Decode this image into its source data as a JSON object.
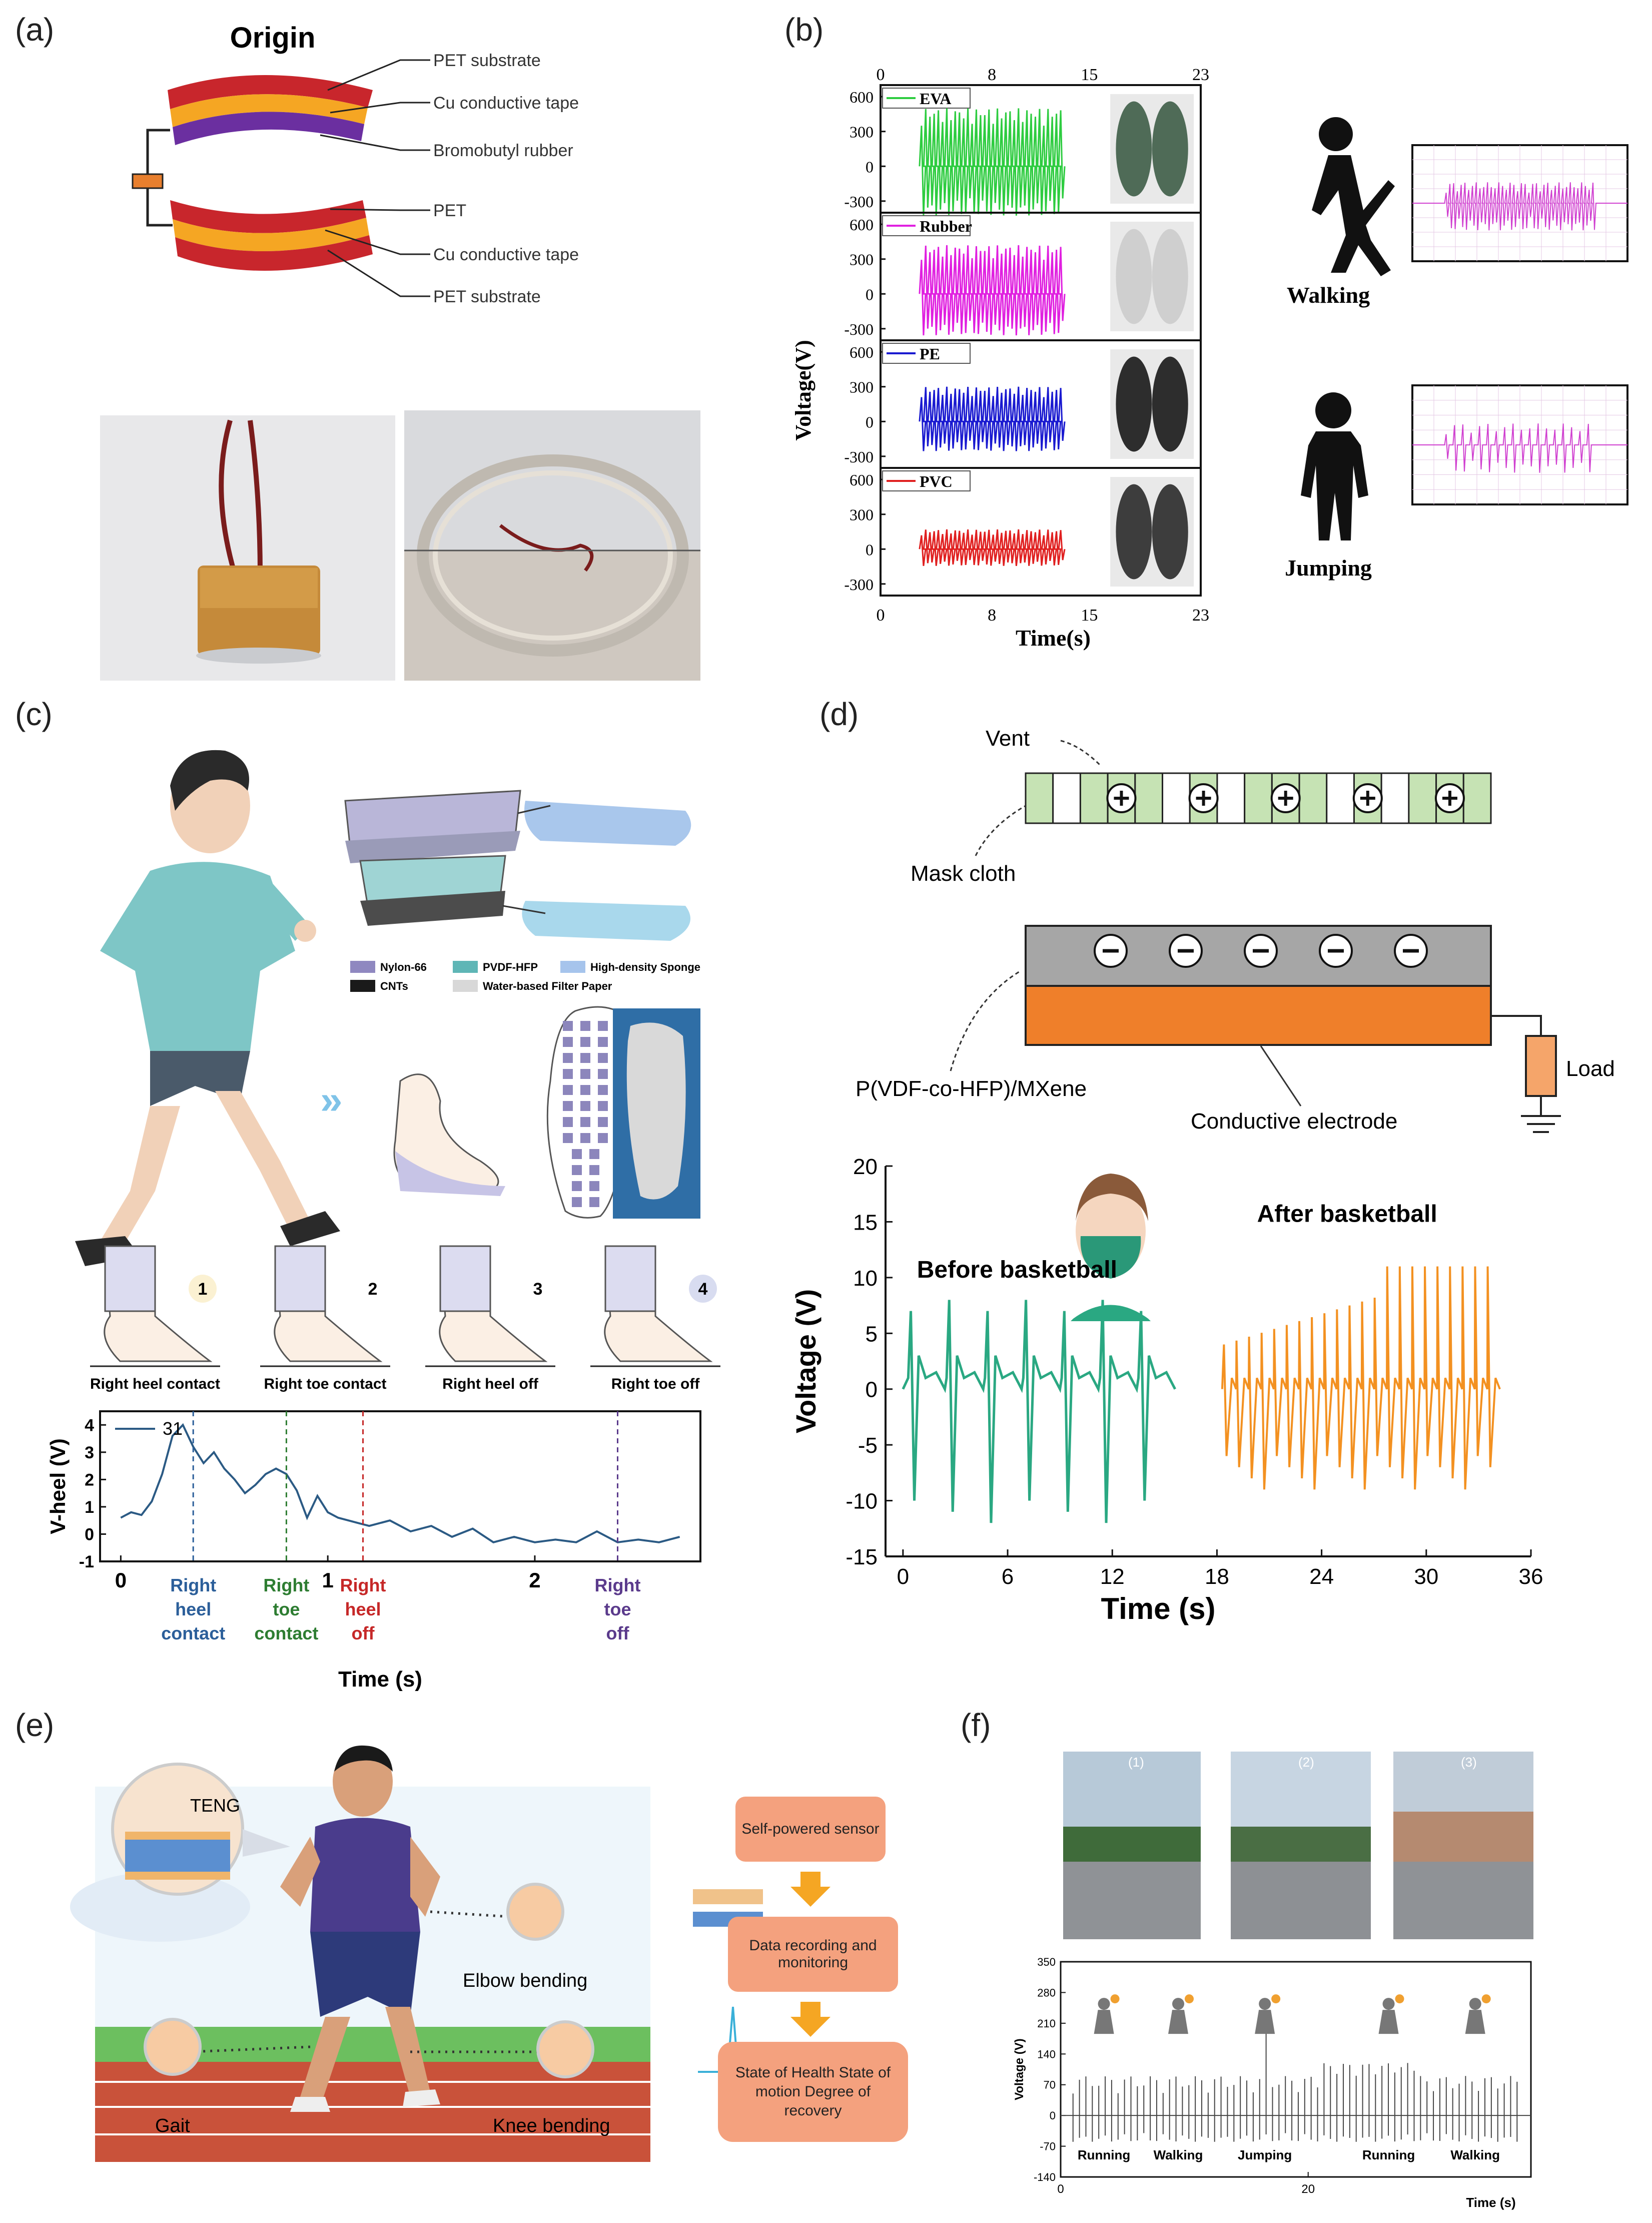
{
  "labels": {
    "a": "(a)",
    "b": "(b)",
    "c": "(c)",
    "d": "(d)",
    "e": "(e)",
    "f": "(f)"
  },
  "panel_a": {
    "title": "Origin",
    "layers": [
      "PET substrate",
      "Cu conductive tape",
      "Bromobutyl rubber",
      "PET",
      "Cu conductive tape",
      "PET substrate"
    ],
    "colors": {
      "red": "#c8262c",
      "orange": "#f5a623",
      "purple": "#6b2fa0"
    }
  },
  "panel_b": {
    "ylabel": "Voltage(V)",
    "xlabel": "Time(s)",
    "walking": "Walking",
    "jumping": "Jumping"
  },
  "panel_c": {
    "legend": [
      "Nylon-66",
      "PVDF-HFP",
      "High-density Sponge",
      "CNTs",
      "Water-based Filter Paper"
    ],
    "phases": [
      {
        "num": "1",
        "label": "Right heel contact"
      },
      {
        "num": "2",
        "label": "Right toe contact"
      },
      {
        "num": "3",
        "label": "Right heel off"
      },
      {
        "num": "4",
        "label": "Right toe off"
      }
    ],
    "vlines": [
      {
        "lines": [
          "Right",
          "heel",
          "contact"
        ],
        "color": "#2c5f9a"
      },
      {
        "lines": [
          "Right",
          "toe",
          "contact"
        ],
        "color": "#2e7d32"
      },
      {
        "lines": [
          "Right",
          "heel",
          "off"
        ],
        "color": "#c62828"
      },
      {
        "lines": [
          "Right",
          "toe",
          "off"
        ],
        "color": "#5b3b8c"
      }
    ]
  },
  "panel_d": {
    "vent": "Vent",
    "mask_cloth": "Mask cloth",
    "material": "P(VDF-co-HFP)/MXene",
    "electrode": "Conductive electrode",
    "load": "Load",
    "before": "Before basketball",
    "after": "After basketball"
  },
  "panel_e": {
    "teng": "TENG",
    "elbow": "Elbow bending",
    "gait": "Gait",
    "knee": "Knee bending",
    "flow": [
      "Self-powered sensor",
      "Data recording and monitoring",
      "State of Health State of motion Degree of recovery"
    ]
  },
  "panel_f": {
    "photo_nums": [
      "(1)",
      "(2)",
      "(3)"
    ],
    "activities": [
      "Running",
      "Walking",
      "Jumping",
      "Running",
      "Walking"
    ]
  },
  "chart_data": [
    {
      "type": "line",
      "id": "b-EVA",
      "series": [
        {
          "name": "EVA",
          "color": "#2ecc40"
        }
      ],
      "x": [
        0,
        8,
        15,
        23
      ],
      "xlim": [
        0,
        23
      ],
      "ylim": [
        -400,
        700
      ],
      "yticks": [
        600,
        300,
        0,
        -300
      ],
      "xlabel": "Time(s)",
      "ylabel": "Voltage(V)"
    },
    {
      "type": "line",
      "id": "b-Rubber",
      "series": [
        {
          "name": "Rubber",
          "color": "#e020e0"
        }
      ],
      "xlim": [
        0,
        23
      ],
      "ylim": [
        -400,
        700
      ],
      "yticks": [
        600,
        300,
        0,
        -300
      ]
    },
    {
      "type": "line",
      "id": "b-PE",
      "series": [
        {
          "name": "PE",
          "color": "#1a1ad0"
        }
      ],
      "xlim": [
        0,
        23
      ],
      "ylim": [
        -400,
        700
      ],
      "yticks": [
        600,
        300,
        0,
        -300
      ]
    },
    {
      "type": "line",
      "id": "b-PVC",
      "series": [
        {
          "name": "PVC",
          "color": "#e02020"
        }
      ],
      "xlim": [
        0,
        23
      ],
      "ylim": [
        -400,
        700
      ],
      "yticks": [
        600,
        300,
        0,
        -300
      ]
    },
    {
      "type": "line",
      "id": "c-heel",
      "series": [
        {
          "name": "31",
          "color": "#2b5a84",
          "x": [
            0,
            0.05,
            0.1,
            0.15,
            0.2,
            0.25,
            0.3,
            0.35,
            0.4,
            0.45,
            0.5,
            0.55,
            0.6,
            0.65,
            0.7,
            0.75,
            0.8,
            0.85,
            0.9,
            0.95,
            1.0,
            1.05,
            1.1,
            1.15,
            1.2,
            1.3,
            1.4,
            1.5,
            1.6,
            1.7,
            1.8,
            1.9,
            2.0,
            2.1,
            2.2,
            2.3,
            2.4,
            2.5,
            2.6,
            2.7
          ],
          "y": [
            0.6,
            0.8,
            0.7,
            1.2,
            2.2,
            3.6,
            4.0,
            3.2,
            2.6,
            3.0,
            2.4,
            2.0,
            1.5,
            1.8,
            2.2,
            2.4,
            2.2,
            1.6,
            0.6,
            1.4,
            0.8,
            0.6,
            0.5,
            0.4,
            0.3,
            0.5,
            0.1,
            0.3,
            -0.1,
            0.2,
            -0.3,
            -0.1,
            -0.3,
            -0.2,
            -0.3,
            0.1,
            -0.3,
            -0.2,
            -0.3,
            -0.1
          ]
        }
      ],
      "xticks": [
        "0",
        "1",
        "2"
      ],
      "xlim": [
        -0.1,
        2.8
      ],
      "ylim": [
        -1,
        4.5
      ],
      "yticks": [
        4,
        3,
        2,
        1,
        0,
        -1
      ],
      "xlabel": "Time (s)",
      "ylabel": "V-heel (V)",
      "vlines": [
        0.35,
        0.8,
        1.17,
        2.4
      ]
    },
    {
      "type": "line",
      "id": "d-mask",
      "series": [
        {
          "name": "Before basketball",
          "color": "#2aa882"
        },
        {
          "name": "After basketball",
          "color": "#f39121"
        }
      ],
      "xticks": [
        0,
        6,
        12,
        18,
        24,
        30,
        36
      ],
      "yticks": [
        20,
        15,
        10,
        5,
        0,
        -5,
        -10,
        -15
      ],
      "xlim": [
        -1,
        36
      ],
      "ylim": [
        -15,
        20
      ],
      "xlabel": "Time (s)",
      "ylabel": "Voltage (V)"
    },
    {
      "type": "line",
      "id": "f-motion",
      "series": [
        {
          "name": "",
          "color": "#333"
        }
      ],
      "xticks": [
        0,
        20
      ],
      "yticks": [
        350,
        280,
        210,
        140,
        70,
        0,
        -70,
        -140
      ],
      "xlim": [
        0,
        38
      ],
      "ylim": [
        -140,
        350
      ],
      "xlabel": "Time (s)",
      "ylabel": "Voltage (V)"
    }
  ]
}
